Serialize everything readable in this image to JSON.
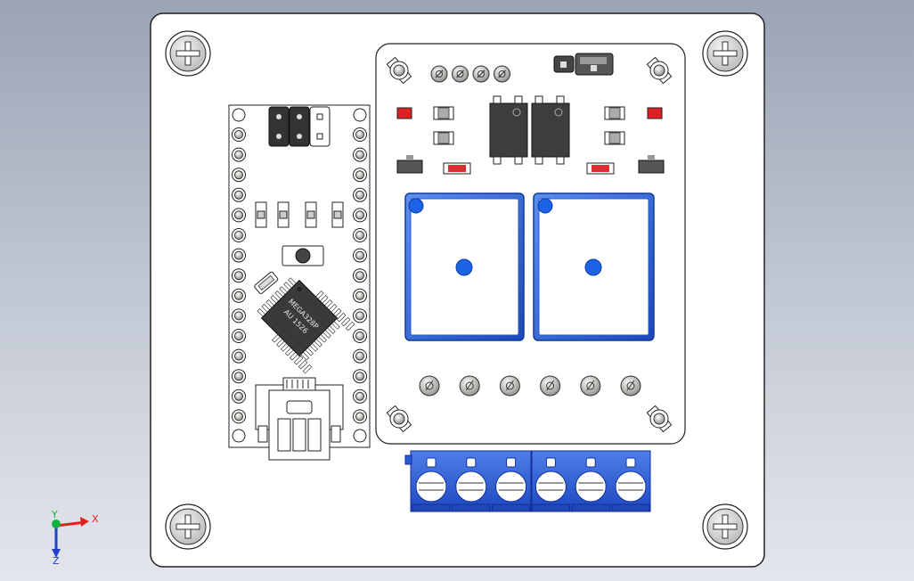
{
  "viewport": {
    "background_top": "#9aa4b5",
    "background_bottom": "#e3e6ec"
  },
  "board": {
    "plate_color": "#ffffff",
    "outline_color": "#222222",
    "screw_icon": "phillips-screw-icon"
  },
  "nano": {
    "chip_marking_line1": "MEGA328P",
    "chip_marking_line2": "AU 1526",
    "chip_color": "#3a3a3a",
    "header_colors": [
      "#333333",
      "#333333",
      "#ffffff"
    ]
  },
  "relay_module": {
    "relay_color": "#2f63d6",
    "dot_color": "#1d63e8",
    "led_color": "#e02020",
    "resistor_color": "#d83030",
    "terminal_count": 6
  },
  "terminal_block": {
    "color": "#2a5ad8",
    "positions": 6
  },
  "triad": {
    "x_label": "X",
    "y_label": "Y",
    "z_label": "Z",
    "x_color": "#e02020",
    "y_color": "#10b040",
    "z_color": "#2040d0"
  }
}
